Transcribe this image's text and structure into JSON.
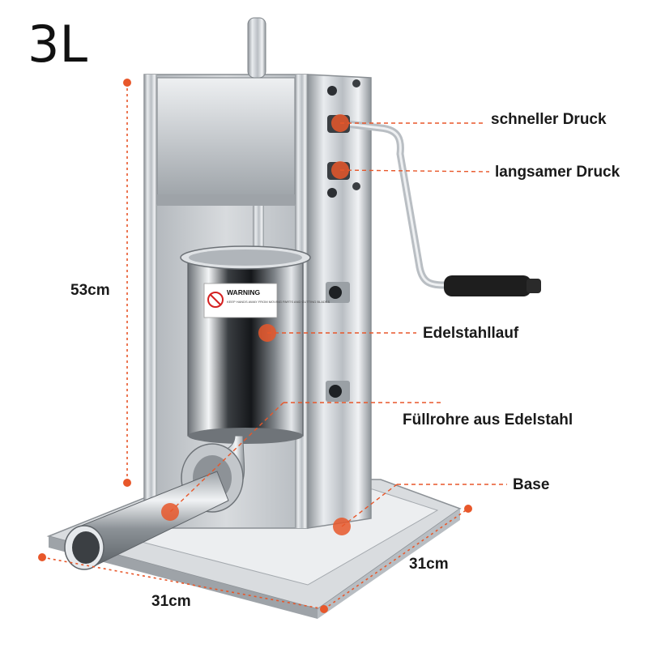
{
  "capacity_label": "3L",
  "dimensions": {
    "height": "53cm",
    "width": "31cm",
    "depth": "31cm"
  },
  "callouts": {
    "fast_pressure": "schneller Druck",
    "slow_pressure": "langsamer Druck",
    "cylinder": "Edelstahllauf",
    "filling_tube": "Füllrohre aus Edelstahl",
    "base": "Base"
  },
  "warning_sticker": {
    "title": "WARNING",
    "text": "KEEP HANDS AWAY FROM MOVING PARTS AND CUTTING BLADES"
  },
  "colors": {
    "accent": "#e8572a",
    "steel": "#c9cdd1",
    "handle": "#1e1e1e"
  }
}
